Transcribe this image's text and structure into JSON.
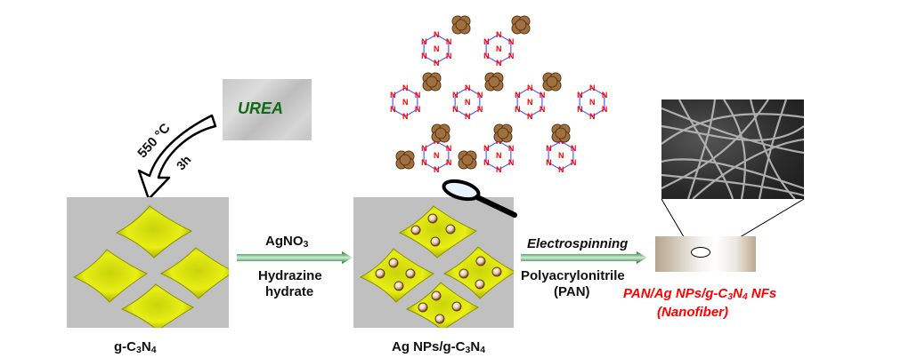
{
  "diagram": {
    "urea_label": "UREA",
    "step1": {
      "temperature": "550 °C",
      "time": "3h"
    },
    "gcn": {
      "prefix": "g-C",
      "sub1": "3",
      "mid": "N",
      "sub2": "4"
    },
    "step2": {
      "reagent_main": "AgNO",
      "reagent_sub": "3",
      "line1": "Hydrazine",
      "line2": "hydrate"
    },
    "agnp": {
      "prefix": "Ag NPs/g-C",
      "sub1": "3",
      "mid": "N",
      "sub2": "4"
    },
    "step3": {
      "method": "Electrospinning",
      "polymer": "Polyacrylonitrile",
      "polymer_abbr": "(PAN)"
    },
    "product": {
      "prefix": "PAN/Ag NPs/g-C",
      "sub1": "3",
      "mid": "N",
      "sub2": "4",
      "suffix": " NFs",
      "note": "(Nanofiber)"
    },
    "structure_atom": "N",
    "colors": {
      "arrow_green": "#1a8a2a",
      "product_red": "#ff0000",
      "urea_green": "#116b14",
      "atom_red": "#ff0000",
      "bond_blue": "#4a4aff",
      "sheet_yellow": "#e6ec10"
    }
  }
}
